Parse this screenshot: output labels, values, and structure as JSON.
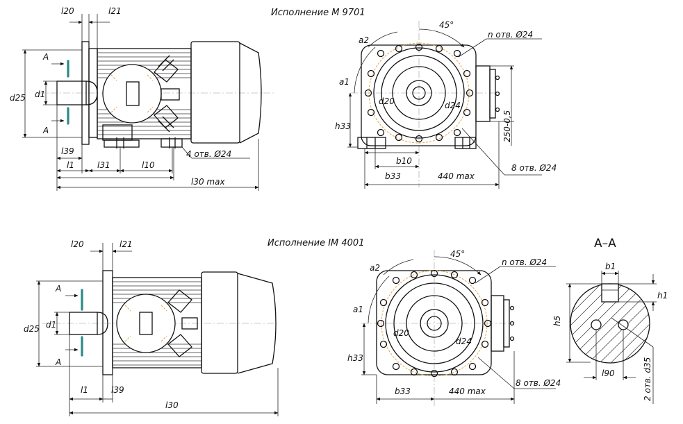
{
  "title_top": "Исполнение М 9701",
  "title_bottom": "Исполнение IM 4001",
  "section_title": "А–А",
  "top_side": {
    "l20": "l20",
    "l21": "l21",
    "d25": "d25",
    "d1": "d1",
    "a_upper": "А",
    "a_lower": "А",
    "l39": "l39",
    "l1": "l1",
    "l31": "l31",
    "l10": "l10",
    "holes": "4 отв. Ø24",
    "l30": "l30 max"
  },
  "top_end": {
    "holes_n": "n отв. Ø24",
    "angle": "45°",
    "a2": "a2",
    "a1": "a1",
    "d20": "d20",
    "d24": "d24",
    "h33": "h33",
    "b10": "b10",
    "b33": "b33",
    "size_440": "440 max",
    "size_250": "250-0,5",
    "holes_8": "8 отв. Ø24"
  },
  "bottom_side": {
    "l20": "l20",
    "l21": "l21",
    "d25": "d25",
    "d1": "d1",
    "a_upper": "А",
    "a_lower": "А",
    "l1": "l1",
    "l39": "l39",
    "l30": "l30"
  },
  "bottom_end": {
    "holes_n": "n отв. Ø24",
    "angle": "45°",
    "a2": "a2",
    "a1": "a1",
    "d20": "d20",
    "d24": "d24",
    "h33": "h33",
    "b33": "b33",
    "size_440": "440 max",
    "holes_8": "8 отв. Ø24"
  },
  "section": {
    "b1": "b1",
    "h1": "h1",
    "h5": "h5",
    "l90": "l90",
    "holes": "2 отв. d35"
  }
}
